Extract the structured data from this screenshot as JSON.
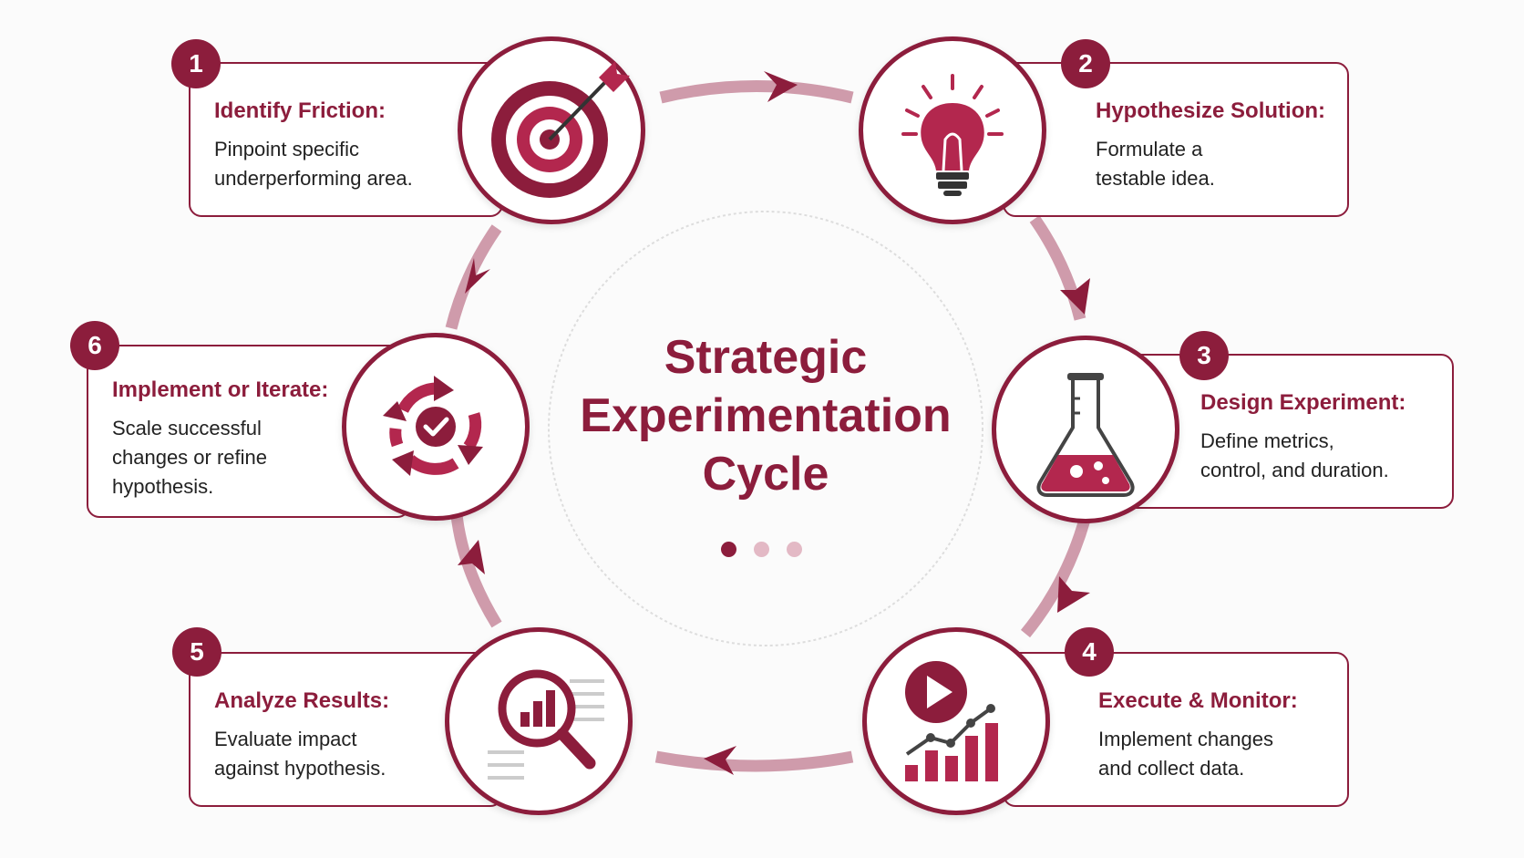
{
  "diagram": {
    "title_lines": [
      "Strategic",
      "Experimentation",
      "Cycle"
    ],
    "colors": {
      "accent": "#8c1d3c",
      "accent_light": "#d9a8b6",
      "arrow_track": "#c78a9c",
      "text": "#222222"
    },
    "steps": [
      {
        "number": "1",
        "title": "Identify Friction:",
        "desc_lines": [
          "Pinpoint specific",
          "underperforming area."
        ],
        "icon": "target-icon"
      },
      {
        "number": "2",
        "title": "Hypothesize Solution:",
        "desc_lines": [
          "Formulate a",
          "testable idea."
        ],
        "icon": "lightbulb-icon"
      },
      {
        "number": "3",
        "title": "Design Experiment:",
        "desc_lines": [
          "Define metrics,",
          "control, and duration."
        ],
        "icon": "flask-icon"
      },
      {
        "number": "4",
        "title": "Execute & Monitor:",
        "desc_lines": [
          "Implement changes",
          "and collect data."
        ],
        "icon": "play-chart-icon"
      },
      {
        "number": "5",
        "title": "Analyze Results:",
        "desc_lines": [
          "Evaluate impact",
          "against hypothesis."
        ],
        "icon": "magnifier-chart-icon"
      },
      {
        "number": "6",
        "title": "Implement or Iterate:",
        "desc_lines": [
          "Scale successful",
          "changes or refine",
          "hypothesis."
        ],
        "icon": "cycle-check-icon"
      }
    ]
  }
}
